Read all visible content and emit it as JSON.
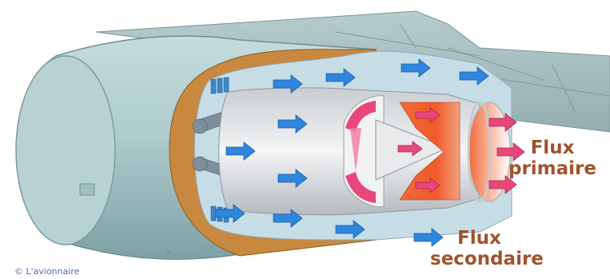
{
  "labels": {
    "primary_line1": "Flux",
    "primary_line2": "primaire",
    "secondary_line1": "Flux",
    "secondary_line2": "secondaire"
  },
  "credit": "© L'avionnaire",
  "colors": {
    "nacelle": "#a9c7c9",
    "wing": "#9db6b8",
    "cowl_interior": "#c8893f",
    "core_casing": "#d9dcdf",
    "bypass_arrow": "#2e86de",
    "primary_arrow": "#e8477a",
    "combustor": "#f0602a",
    "label_text": "#a0522d"
  }
}
